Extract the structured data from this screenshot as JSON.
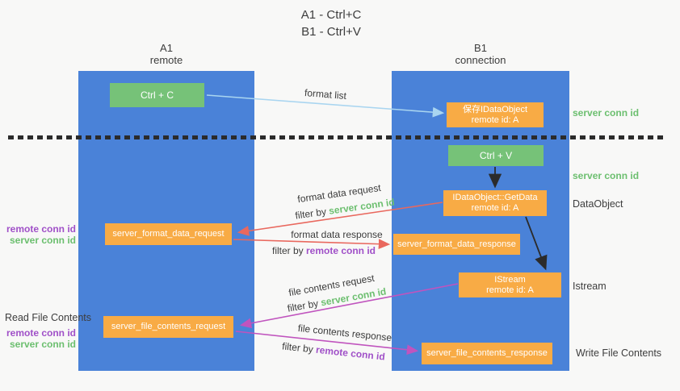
{
  "title": {
    "line1": "A1 - Ctrl+C",
    "line2": "B1 - Ctrl+V"
  },
  "columns": {
    "a1": {
      "name": "A1",
      "subtitle": "remote"
    },
    "b1": {
      "name": "B1",
      "subtitle": "connection"
    }
  },
  "nodes": {
    "ctrl_c": {
      "label": "Ctrl + C"
    },
    "ctrl_v": {
      "label": "Ctrl + V"
    },
    "save_idataobject": {
      "line1": "保存IDataObject",
      "line2": "remote id: A"
    },
    "getdata": {
      "line1": "IDataObject::GetData",
      "line2": "remote id: A"
    },
    "istream": {
      "line1": "IStream",
      "line2": "remote id: A"
    },
    "format_request": {
      "label": "server_format_data_request"
    },
    "format_response": {
      "label": "server_format_data_response"
    },
    "file_request": {
      "label": "server_file_contents_request"
    },
    "file_response": {
      "label": "server_file_contents_response"
    }
  },
  "flow_labels": {
    "format_list": "format list",
    "format_data_request": "format data request",
    "format_data_response": "format data response",
    "file_contents_request": "file contents request",
    "file_contents_response": "file contents response",
    "filter_by": "filter by ",
    "server_conn_id": "server conn id",
    "remote_conn_id": "remote conn id"
  },
  "side_labels": {
    "left": {
      "format_remote_conn_id": "remote conn id",
      "format_server_conn_id": "server conn id",
      "read_file_contents": "Read File Contents",
      "file_remote_conn_id": "remote conn id",
      "file_server_conn_id": "server conn id"
    },
    "right": {
      "server_conn_id_top": "server conn id",
      "server_conn_id_mid": "server conn id",
      "dataobject": "DataObject",
      "istream": "Istream",
      "write_file_contents": "Write File Contents"
    }
  },
  "colors": {
    "column_blue": "#4a82d8",
    "box_green": "#76c278",
    "box_orange": "#f8ab45",
    "arrow_light_blue": "#a9d5f0",
    "arrow_red": "#e9685e",
    "arrow_magenta": "#c054be",
    "arrow_black": "#2b2b2b",
    "text_green": "#6cbf6f",
    "text_purple": "#a050c8",
    "text_dark": "#3d3d3d",
    "background": "#f8f8f7"
  }
}
